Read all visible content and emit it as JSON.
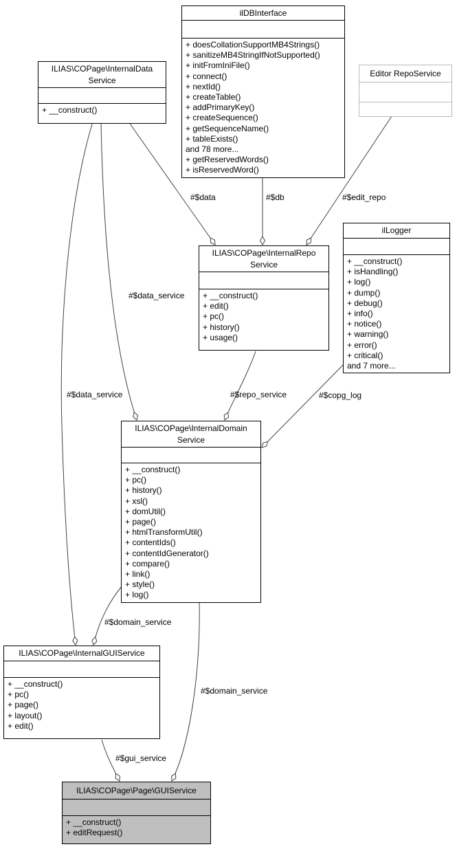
{
  "colors": {
    "edge": "#404040",
    "node-border": "#000000",
    "ext-border": "#b9b9b9",
    "node-bg": "#ffffff",
    "highlight": "#bfbfbf",
    "text": "#000000"
  },
  "classes": [
    {
      "id": "ilDBInterface",
      "title_lines": [
        "ilDBInterface"
      ],
      "methods": [
        "+ doesCollationSupportMB4Strings()",
        "+ sanitizeMB4StringIfNotSupported()",
        "+ initFromIniFile()",
        "+ connect()",
        "+ nextId()",
        "+ createTable()",
        "+ addPrimaryKey()",
        "+ createSequence()",
        "+ getSequenceName()",
        "+ tableExists()",
        "and 78 more...",
        "+ getReservedWords()",
        "+ isReservedWord()"
      ]
    },
    {
      "id": "InternalDataService",
      "title_lines": [
        "ILIAS\\COPage\\InternalData",
        "Service"
      ],
      "methods": [
        "+ __construct()"
      ]
    },
    {
      "id": "EditorRepoService",
      "title_lines": [
        "Editor RepoService"
      ],
      "methods": []
    },
    {
      "id": "InternalRepoService",
      "title_lines": [
        "ILIAS\\COPage\\InternalRepo",
        "Service"
      ],
      "methods": [
        "+ __construct()",
        "+ edit()",
        "+ pc()",
        "+ history()",
        "+ usage()"
      ]
    },
    {
      "id": "ilLogger",
      "title_lines": [
        "ilLogger"
      ],
      "methods": [
        "+ __construct()",
        "+ isHandling()",
        "+ log()",
        "+ dump()",
        "+ debug()",
        "+ info()",
        "+ notice()",
        "+ warning()",
        "+ error()",
        "+ critical()",
        "and 7 more..."
      ]
    },
    {
      "id": "InternalDomainService",
      "title_lines": [
        "ILIAS\\COPage\\InternalDomain",
        "Service"
      ],
      "methods": [
        "+ __construct()",
        "+ pc()",
        "+ history()",
        "+ xsl()",
        "+ domUtil()",
        "+ page()",
        "+ htmlTransformUtil()",
        "+ contentIds()",
        "+ contentIdGenerator()",
        "+ compare()",
        "+ link()",
        "+ style()",
        "+ log()"
      ]
    },
    {
      "id": "InternalGUIService",
      "title_lines": [
        "ILIAS\\COPage\\InternalGUIService"
      ],
      "methods": [
        "+ __construct()",
        "+ pc()",
        "+ page()",
        "+ layout()",
        "+ edit()"
      ]
    },
    {
      "id": "PageGUIService",
      "title_lines": [
        "ILIAS\\COPage\\Page\\GUIService"
      ],
      "methods": [
        "+ __construct()",
        "+ editRequest()"
      ]
    }
  ],
  "edges": [
    {
      "label": "#$data",
      "from": "InternalDataService",
      "to": "InternalRepoService"
    },
    {
      "label": "#$db",
      "from": "ilDBInterface",
      "to": "InternalRepoService"
    },
    {
      "label": "#$edit_repo",
      "from": "EditorRepoService",
      "to": "InternalRepoService"
    },
    {
      "label": "#$data_service",
      "from": "InternalDataService",
      "to": "InternalDomainService"
    },
    {
      "label": "#$data_service",
      "from": "InternalDataService",
      "to": "InternalGUIService"
    },
    {
      "label": "#$repo_service",
      "from": "InternalRepoService",
      "to": "InternalDomainService"
    },
    {
      "label": "#$copg_log",
      "from": "ilLogger",
      "to": "InternalDomainService"
    },
    {
      "label": "#$domain_service",
      "from": "InternalDomainService",
      "to": "InternalGUIService"
    },
    {
      "label": "#$domain_service",
      "from": "InternalDomainService",
      "to": "PageGUIService"
    },
    {
      "label": "#$gui_service",
      "from": "InternalGUIService",
      "to": "PageGUIService"
    }
  ]
}
